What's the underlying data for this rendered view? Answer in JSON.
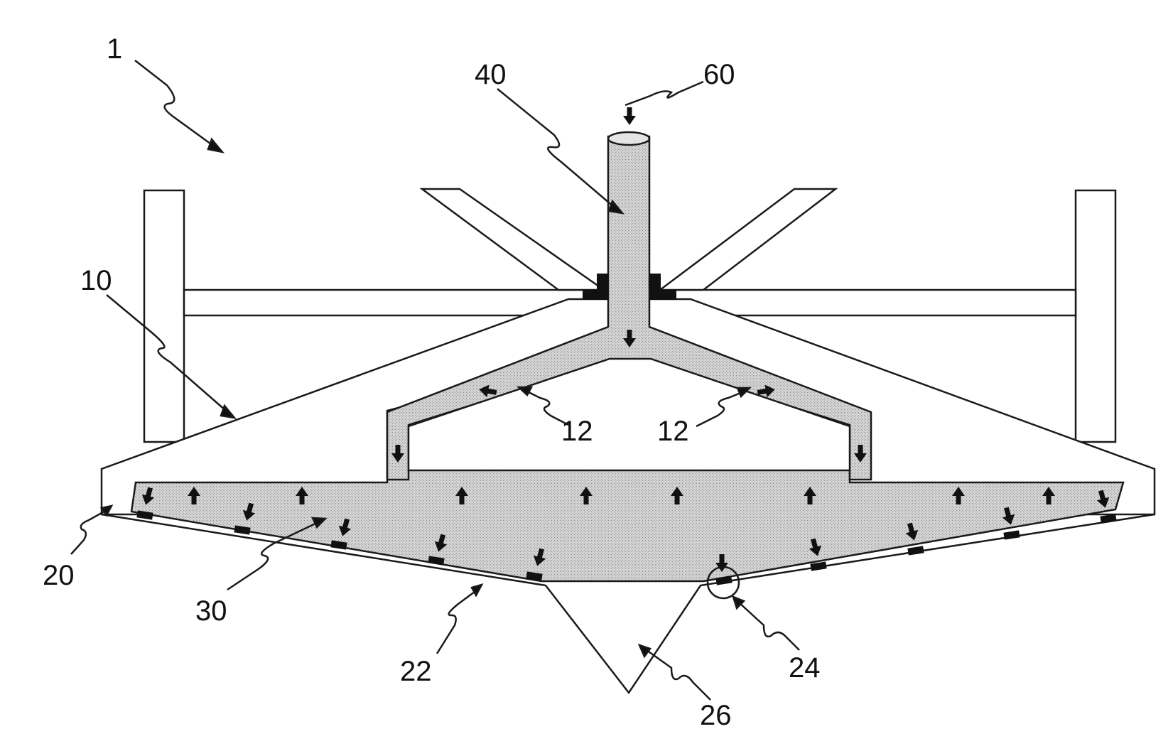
{
  "labels": {
    "apparatus": "1",
    "housing": "10",
    "channel_a": "12",
    "channel_b": "12",
    "base": "20",
    "membrane": "22",
    "seal": "24",
    "cone": "26",
    "chamber": "30",
    "inlet_pipe": "40",
    "inflow": "60"
  },
  "colors": {
    "line": "#1a1a1a",
    "fluid_fill": "#cfcfcf",
    "background": "#ffffff"
  }
}
